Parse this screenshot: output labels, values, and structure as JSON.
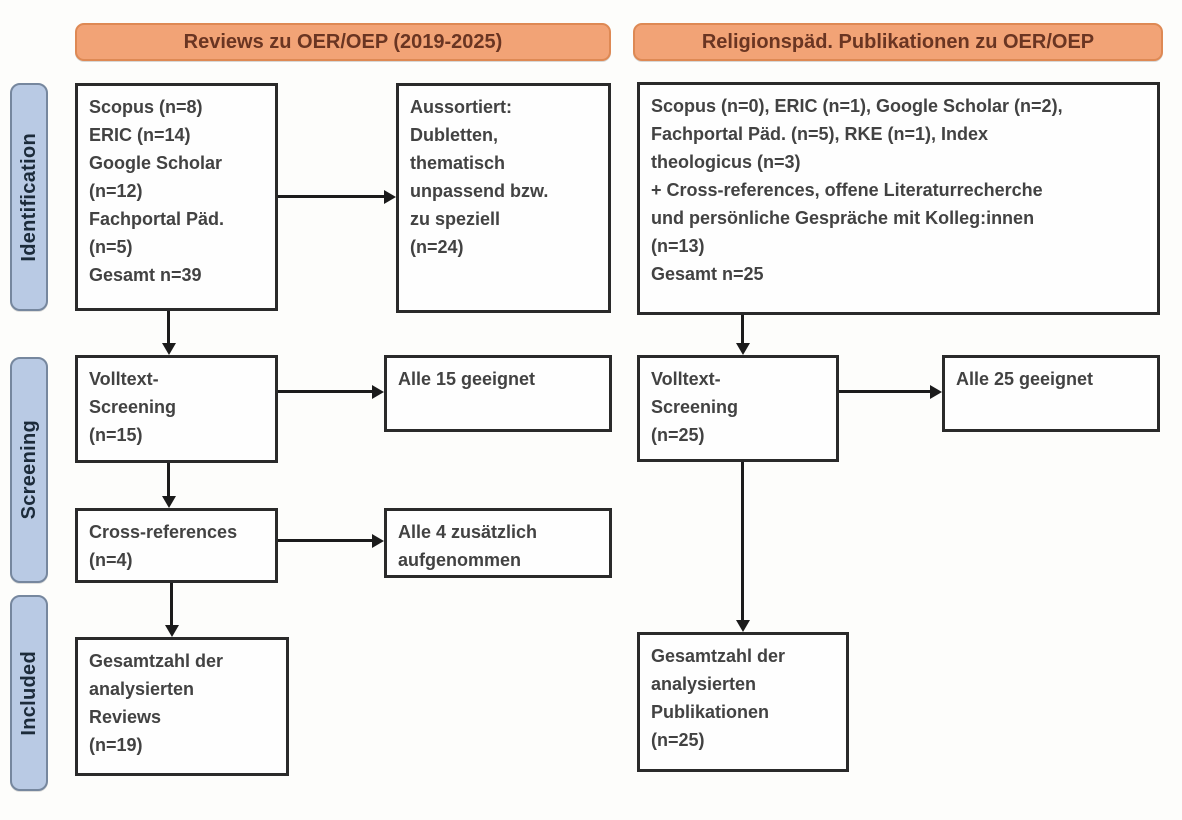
{
  "headers": {
    "left": "Reviews zu OER/OEP (2019-2025)",
    "right": "Religionspäd. Publikationen zu OER/OEP"
  },
  "stages": {
    "identification": "Identification",
    "screening": "Screening",
    "included": "Included"
  },
  "left_flow": {
    "sources": "Scopus (n=8)\nERIC (n=14)\nGoogle Scholar\n(n=12)\nFachportal Päd.\n(n=5)\nGesamt n=39",
    "excluded": "Aussortiert:\nDubletten,\nthematisch\nunpassend bzw.\nzu speziell\n(n=24)",
    "fulltext_screening": "Volltext-\nScreening\n(n=15)",
    "fulltext_result": "Alle 15 geeignet",
    "cross_references": "Cross-references\n(n=4)",
    "cross_references_result": "Alle 4 zusätzlich\naufgenommen",
    "included_total": "Gesamtzahl der\nanalysierten\nReviews\n(n=19)"
  },
  "right_flow": {
    "sources": "Scopus (n=0), ERIC (n=1), Google Scholar (n=2),\nFachportal Päd. (n=5), RKE (n=1), Index\ntheologicus (n=3)\n+ Cross-references, offene Literaturrecherche\nund persönliche Gespräche mit Kolleg:innen\n(n=13)\nGesamt n=25",
    "fulltext_screening": "Volltext-\nScreening\n(n=25)",
    "fulltext_result": "Alle 25 geeignet",
    "included_total": "Gesamtzahl der\nanalysierten\nPublikationen\n(n=25)"
  },
  "colors": {
    "header_fill": "#F2A376",
    "header_border": "#DE8954",
    "header_text": "#6A3522",
    "stage_fill": "#B9CAE4",
    "stage_border": "#76879E",
    "stage_text": "#1C2B3A",
    "box_border": "#2A2A2A",
    "box_text": "#424242",
    "arrow": "#1B1B1B",
    "background": "#FDFDFB"
  }
}
